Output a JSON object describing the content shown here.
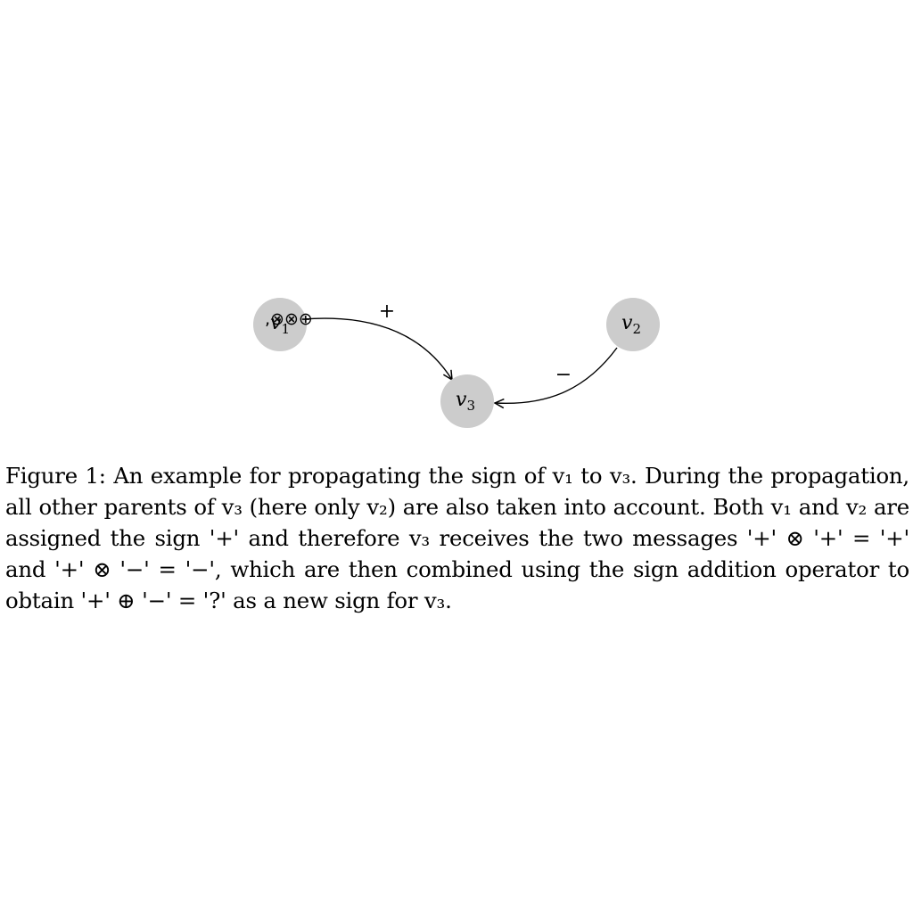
{
  "diagram": {
    "node_color": "#cccccc",
    "nodes": [
      {
        "id": "v1",
        "base": "v",
        "sub": "1"
      },
      {
        "id": "v2",
        "base": "v",
        "sub": "2"
      },
      {
        "id": "v3",
        "base": "v",
        "sub": "3"
      }
    ],
    "edges": [
      {
        "from": "v1",
        "to": "v3",
        "label": "+"
      },
      {
        "from": "v2",
        "to": "v3",
        "label": "−"
      }
    ],
    "operator_marks": ",⊗⊗⊕"
  },
  "caption": {
    "text": "Figure 1: An example for propagating the sign of v₁ to v₃. During the propagation, all other parents of v₃ (here only v₂) are also taken into account. Both v₁ and v₂ are assigned the sign '+' and therefore v₃ receives the two messages '+' ⊗ '+' = '+' and '+' ⊗ '−' = '−', which are then combined using the sign addition operator to obtain '+' ⊕ '−' = '?' as a new sign for v₃."
  }
}
